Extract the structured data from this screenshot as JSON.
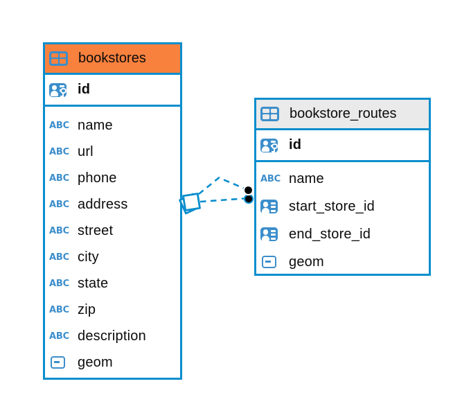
{
  "diagram": {
    "colors": {
      "line_blue": "#0a8ecd",
      "icon_blue": "#3c8ecb",
      "header_orange": "#f8813e",
      "header_gray": "#eaeaea",
      "text_dark": "#0b0b0b",
      "endpoint_black": "#000000"
    },
    "tables": [
      {
        "name": "bookstores",
        "header_bg": "#f8813e",
        "columns": [
          {
            "name": "id",
            "icon": "pk",
            "pk": true
          },
          {
            "name": "name",
            "icon": "text"
          },
          {
            "name": "url",
            "icon": "text"
          },
          {
            "name": "phone",
            "icon": "text"
          },
          {
            "name": "address",
            "icon": "text"
          },
          {
            "name": "street",
            "icon": "text"
          },
          {
            "name": "city",
            "icon": "text"
          },
          {
            "name": "state",
            "icon": "text"
          },
          {
            "name": "zip",
            "icon": "text"
          },
          {
            "name": "description",
            "icon": "text"
          },
          {
            "name": "geom",
            "icon": "geometry"
          }
        ]
      },
      {
        "name": "bookstore_routes",
        "header_bg": "#eaeaea",
        "columns": [
          {
            "name": "id",
            "icon": "pk",
            "pk": true
          },
          {
            "name": "name",
            "icon": "text"
          },
          {
            "name": "start_store_id",
            "icon": "ref"
          },
          {
            "name": "end_store_id",
            "icon": "ref"
          },
          {
            "name": "geom",
            "icon": "geometry"
          }
        ]
      }
    ],
    "relations": [
      {
        "source_table": "bookstores",
        "target_table": "bookstore_routes",
        "target_column": "start_store_id",
        "style": "dashed"
      },
      {
        "source_table": "bookstores",
        "target_table": "bookstore_routes",
        "target_column": "end_store_id",
        "style": "dashed"
      }
    ]
  }
}
